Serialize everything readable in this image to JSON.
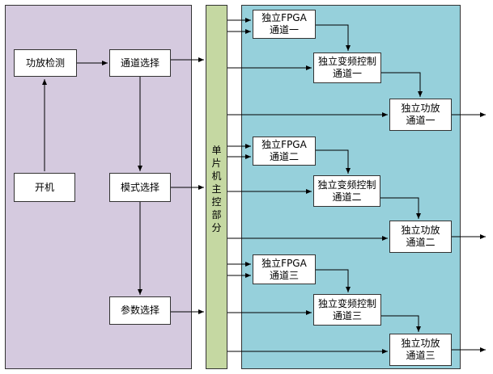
{
  "left": {
    "power_amp_detect": "功放检测",
    "channel_select": "通道选择",
    "power_on": "开机",
    "mode_select": "模式选择",
    "param_select": "参数选择"
  },
  "mcu": {
    "label_chars": [
      "单",
      "片",
      "机",
      "主",
      "控",
      "部",
      "分"
    ]
  },
  "channels": [
    {
      "fpga_l1": "独立FPGA",
      "fpga_l2": "通道一",
      "freq_l1": "独立变频控制",
      "freq_l2": "通道一",
      "amp_l1": "独立功放",
      "amp_l2": "通道一"
    },
    {
      "fpga_l1": "独立FPGA",
      "fpga_l2": "通道二",
      "freq_l1": "独立变频控制",
      "freq_l2": "通道二",
      "amp_l1": "独立功放",
      "amp_l2": "通道二"
    },
    {
      "fpga_l1": "独立FPGA",
      "fpga_l2": "通道三",
      "freq_l1": "独立变频控制",
      "freq_l2": "通道三",
      "amp_l1": "独立功放",
      "amp_l2": "通道三"
    }
  ]
}
